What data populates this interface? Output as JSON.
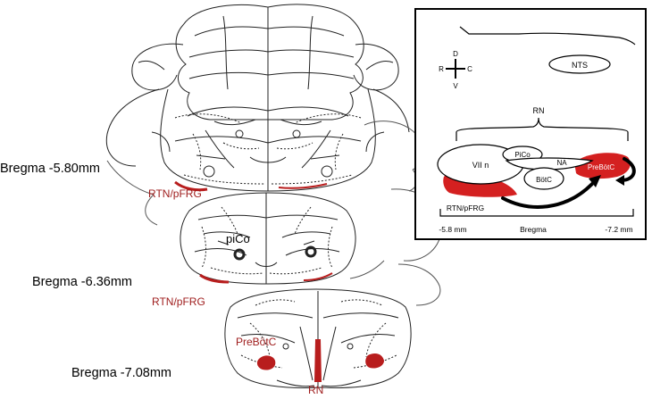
{
  "labels": {
    "bregma_top": "Bregma -5.80mm",
    "bregma_mid": "Bregma -6.36mm",
    "bregma_bot": "Bregma -7.08mm",
    "rtn_upper": "RTN/pFRG",
    "rtn_lower": "RTN/pFRG",
    "picoc": "piCo",
    "prebotc": "PreBötC",
    "rn": "RN"
  },
  "inset": {
    "orientation": {
      "dorsal": "D",
      "ventral": "V",
      "rostral": "R",
      "caudal": "C"
    },
    "regions": {
      "nts": "NTS",
      "rn": "RN",
      "vii_n": "VII n",
      "pico": "PiCo",
      "na": "NA",
      "botc": "BötC",
      "prebotc": "PreBötC",
      "rtn": "RTN/pFRG"
    },
    "scale": {
      "left": "-5.8 mm",
      "center": "Bregma",
      "right": "-7.2 mm"
    }
  },
  "colors": {
    "highlight": "#d42020",
    "label_red": "#9e1b1b",
    "line": "#222222"
  }
}
